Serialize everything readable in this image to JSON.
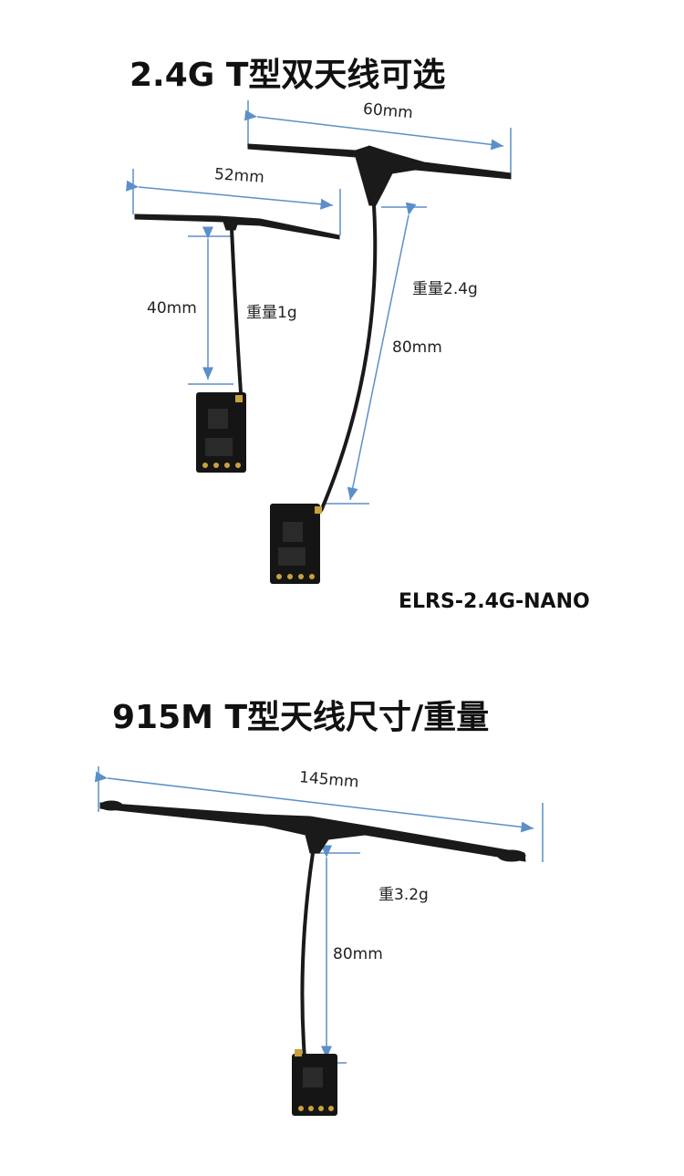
{
  "section_24g": {
    "title": "2.4G T型双天线可选",
    "large_antenna_width": "60mm",
    "small_antenna_width": "52mm",
    "small_cable_length": "40mm",
    "small_weight": "重量1g",
    "large_weight": "重量2.4g",
    "large_cable_length": "80mm",
    "model": "ELRS-2.4G-NANO"
  },
  "section_915m": {
    "title": "915M T型天线尺寸/重量",
    "antenna_width": "145mm",
    "weight": "重3.2g",
    "cable_length": "80mm"
  },
  "colors": {
    "dimension_line": "#5b8fc9",
    "antenna": "#1a1a1a",
    "pcb": "#151515"
  }
}
